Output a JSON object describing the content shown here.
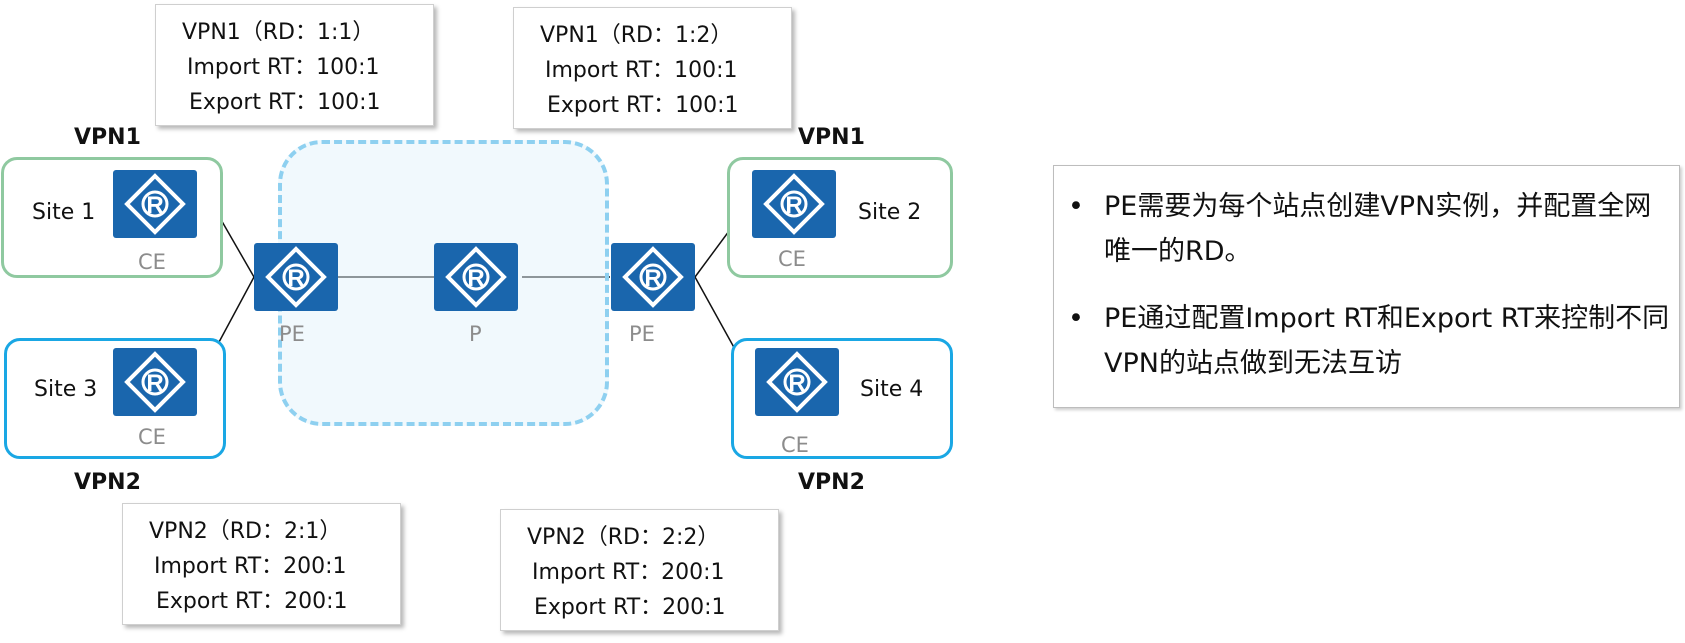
{
  "rd_boxes": {
    "vpn1_left": {
      "l1": "VPN1（RD：1:1）",
      "l2": "Import RT：100:1",
      "l3": "Export RT：100:1"
    },
    "vpn1_right": {
      "l1": "VPN1（RD：1:2）",
      "l2": "Import RT：100:1",
      "l3": "Export RT：100:1"
    },
    "vpn2_left": {
      "l1": "VPN2（RD：2:1）",
      "l2": "Import RT：200:1",
      "l3": "Export RT：200:1"
    },
    "vpn2_right": {
      "l1": "VPN2（RD：2:2）",
      "l2": "Import RT：200:1",
      "l3": "Export RT：200:1"
    }
  },
  "vpn_labels": {
    "top_left": "VPN1",
    "top_right": "VPN1",
    "bottom_left": "VPN2",
    "bottom_right": "VPN2"
  },
  "sites": {
    "site1": "Site 1",
    "site2": "Site 2",
    "site3": "Site 3",
    "site4": "Site 4"
  },
  "devices": {
    "ce": "CE",
    "pe": "PE",
    "p": "P"
  },
  "notes": [
    "PE需要为每个站点创建VPN实例，并配置全网唯一的RD。",
    "PE通过配置Import RT和Export RT来控制不同VPN的站点做到无法互访"
  ],
  "colors": {
    "router": "#1a66ad",
    "vpn1_site_border": "#8fc9a0",
    "vpn2_site_border": "#1aa7e4",
    "backbone_dashed": "#8ed0f0"
  }
}
